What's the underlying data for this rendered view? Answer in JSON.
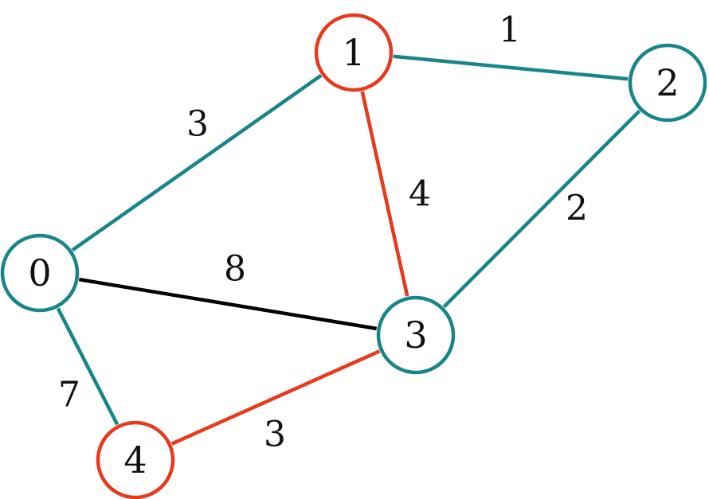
{
  "colors": {
    "teal": "#17858a",
    "red": "#e8391d",
    "black": "#000000",
    "node_fill": "#ffffff"
  },
  "graph": {
    "nodes": [
      {
        "id": "0",
        "label": "0",
        "color": "teal"
      },
      {
        "id": "1",
        "label": "1",
        "color": "red"
      },
      {
        "id": "2",
        "label": "2",
        "color": "teal"
      },
      {
        "id": "3",
        "label": "3",
        "color": "teal"
      },
      {
        "id": "4",
        "label": "4",
        "color": "red"
      }
    ],
    "edges": [
      {
        "from": "0",
        "to": "1",
        "weight": "3",
        "color": "teal"
      },
      {
        "from": "1",
        "to": "2",
        "weight": "1",
        "color": "teal"
      },
      {
        "from": "1",
        "to": "3",
        "weight": "4",
        "color": "red"
      },
      {
        "from": "2",
        "to": "3",
        "weight": "2",
        "color": "teal"
      },
      {
        "from": "0",
        "to": "3",
        "weight": "8",
        "color": "black"
      },
      {
        "from": "0",
        "to": "4",
        "weight": "7",
        "color": "teal"
      },
      {
        "from": "3",
        "to": "4",
        "weight": "3",
        "color": "red"
      }
    ]
  }
}
